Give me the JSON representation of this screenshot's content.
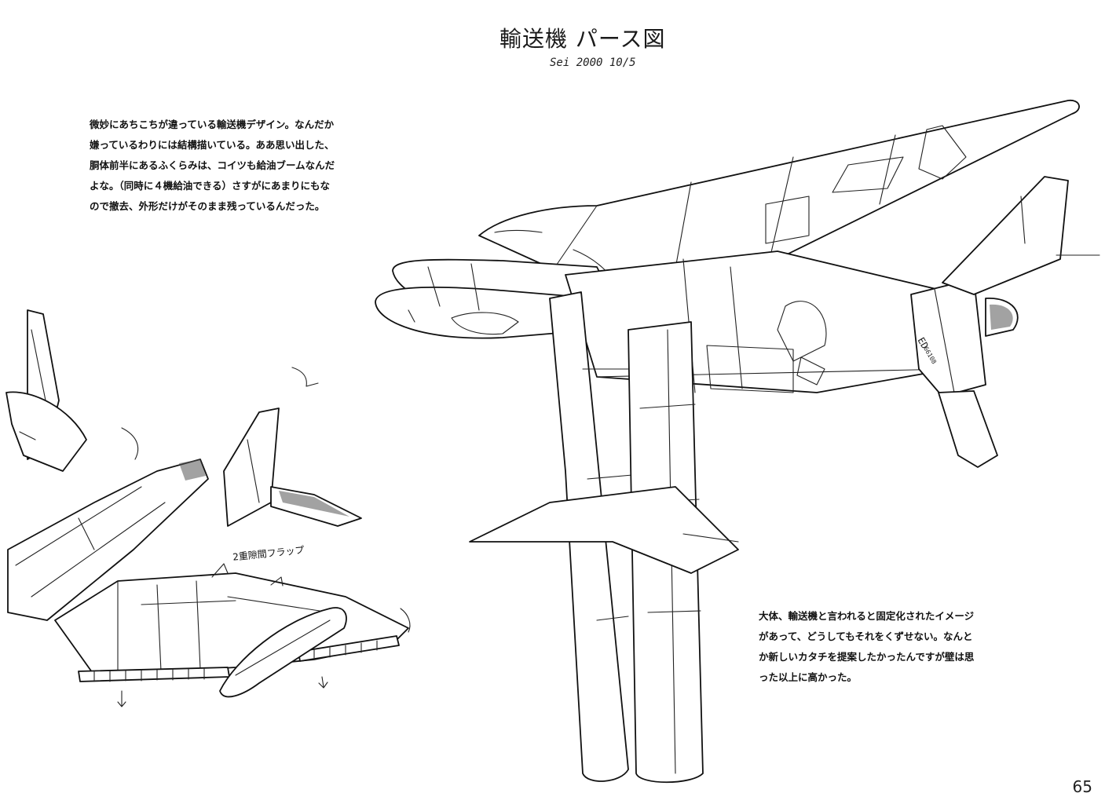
{
  "title": "輸送機 パース図",
  "signature": "Sei 2000 10/5",
  "notes": {
    "top": [
      "微妙にあちこちが違っている輸送機デザイン。なんだか",
      "嫌っているわりには結構描いている。ああ思い出した、",
      "胴体前半にあるふくらみは、コイツも給油ブームなんだ",
      "よな。（同時に４機給油できる）さすがにあまりにもな",
      "ので撤去、外形だけがそのまま残っているんだった。"
    ],
    "bottom": [
      "大体、輸送機と言われると固定化されたイメージ",
      "があって、どうしてもそれをくずせない。なんと",
      "か新しいカタチを提案したかったんですが壁は思",
      "った以上に高かった。"
    ]
  },
  "annotation": "2重隙間フラップ",
  "markings": {
    "tail_code": "ED",
    "tail_number": "66108"
  },
  "page_number": "65"
}
